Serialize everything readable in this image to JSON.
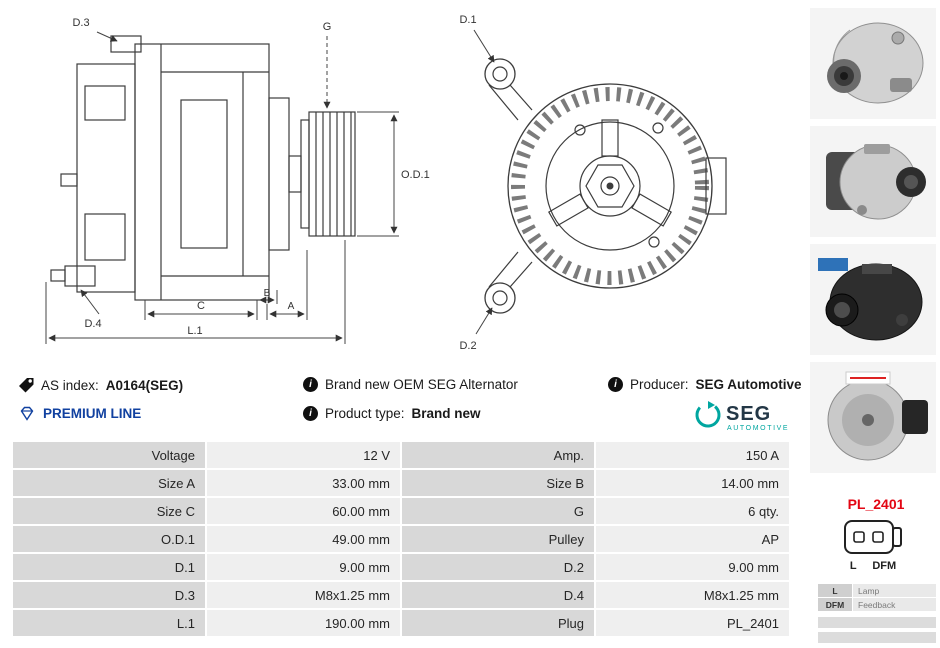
{
  "drawing": {
    "d1": "D.1",
    "d2": "D.2",
    "d3": "D.3",
    "d4": "D.4",
    "g": "G",
    "od1": "O.D.1",
    "a": "A",
    "b": "B",
    "c": "C",
    "l1": "L.1"
  },
  "info": {
    "as_index_label": "AS index:",
    "as_index_value": "A0164(SEG)",
    "oem_text": "Brand new OEM SEG Alternator",
    "producer_label": "Producer:",
    "producer_value": "SEG Automotive",
    "premium_line": "PREMIUM LINE",
    "product_type_label": "Product type:",
    "product_type_value": "Brand new",
    "info_icon_glyph": "i"
  },
  "logo": {
    "name": "SEG",
    "sub": "AUTOMOTIVE"
  },
  "specs": {
    "rows": [
      {
        "label1": "Voltage",
        "value1": "12 V",
        "label2": "Amp.",
        "value2": "150 A"
      },
      {
        "label1": "Size A",
        "value1": "33.00 mm",
        "label2": "Size B",
        "value2": "14.00 mm"
      },
      {
        "label1": "Size C",
        "value1": "60.00 mm",
        "label2": "G",
        "value2": "6 qty."
      },
      {
        "label1": "O.D.1",
        "value1": "49.00 mm",
        "label2": "Pulley",
        "value2": "AP"
      },
      {
        "label1": "D.1",
        "value1": "9.00 mm",
        "label2": "D.2",
        "value2": "9.00 mm"
      },
      {
        "label1": "D.3",
        "value1": "M8x1.25 mm",
        "label2": "D.4",
        "value2": "M8x1.25 mm"
      },
      {
        "label1": "L.1",
        "value1": "190.00 mm",
        "label2": "Plug",
        "value2": "PL_2401"
      }
    ]
  },
  "plug": {
    "code": "PL_2401",
    "pin1": "L",
    "pin2": "DFM",
    "legend": [
      {
        "abbr": "L",
        "desc": "Lamp"
      },
      {
        "abbr": "DFM",
        "desc": "Feedback"
      }
    ]
  },
  "colors": {
    "premium_blue": "#1141a0",
    "plug_red": "#e30613",
    "seg_teal": "#00a6a0",
    "seg_navy": "#233746"
  }
}
